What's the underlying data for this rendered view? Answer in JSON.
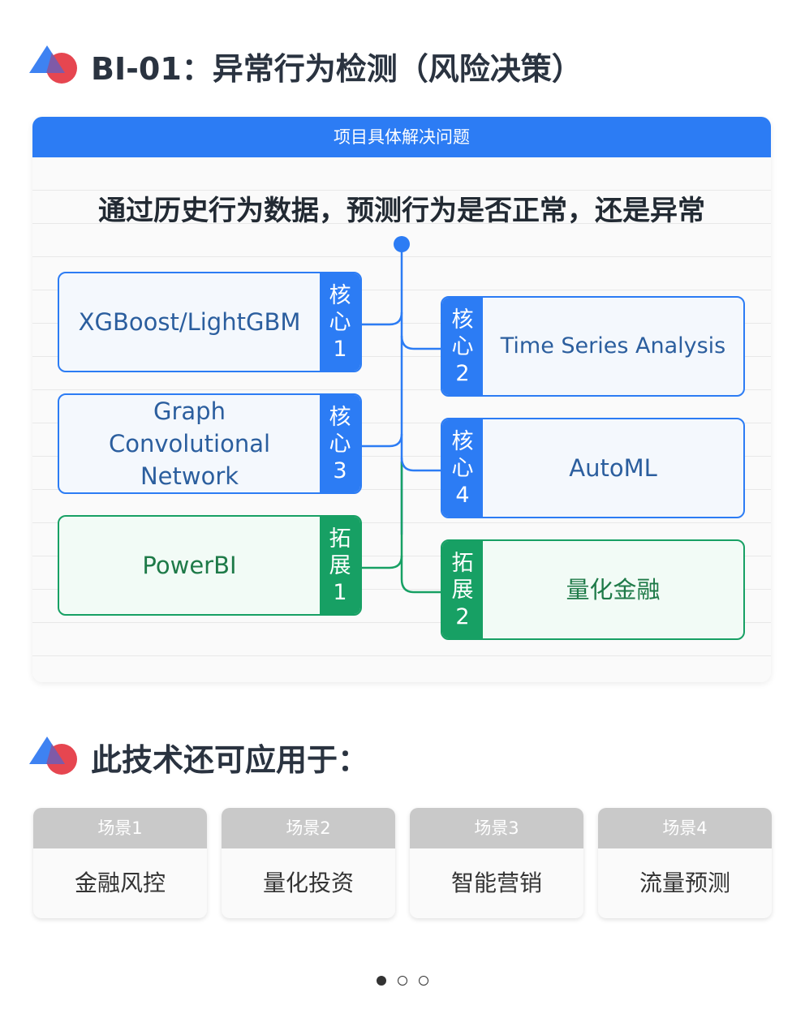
{
  "header": {
    "title": "BI-01：异常行为检测（风险决策）"
  },
  "card": {
    "head": "项目具体解决问题",
    "question": "通过历史行为数据，预测行为是否正常，还是异常",
    "nodes": [
      {
        "id": "core1",
        "tag": [
          "核",
          "心",
          "1"
        ],
        "label": "XGBoost/LightGBM",
        "kind": "core"
      },
      {
        "id": "core2",
        "tag": [
          "核",
          "心",
          "2"
        ],
        "label": "Time Series Analysis",
        "kind": "core"
      },
      {
        "id": "core3",
        "tag": [
          "核",
          "心",
          "3"
        ],
        "label": "Graph Convolutional Network",
        "kind": "core"
      },
      {
        "id": "core4",
        "tag": [
          "核",
          "心",
          "4"
        ],
        "label": "AutoML",
        "kind": "core"
      },
      {
        "id": "ext1",
        "tag": [
          "拓",
          "展",
          "1"
        ],
        "label": "PowerBI",
        "kind": "extension"
      },
      {
        "id": "ext2",
        "tag": [
          "拓",
          "展",
          "2"
        ],
        "label": "量化金融",
        "kind": "extension"
      }
    ]
  },
  "applications": {
    "title": "此技术还可应用于：",
    "scenes": [
      {
        "tag": "场景1",
        "name": "金融风控"
      },
      {
        "tag": "场景2",
        "name": "量化投资"
      },
      {
        "tag": "场景3",
        "name": "智能营销"
      },
      {
        "tag": "场景4",
        "name": "流量预测"
      }
    ]
  },
  "pagination": {
    "total": 3,
    "active": 1
  },
  "colors": {
    "core": "#2c7cf4",
    "extension": "#17a064",
    "scene_head": "#c9c9c9",
    "logo_blue": "#3e82f2",
    "logo_red": "#e64650"
  }
}
